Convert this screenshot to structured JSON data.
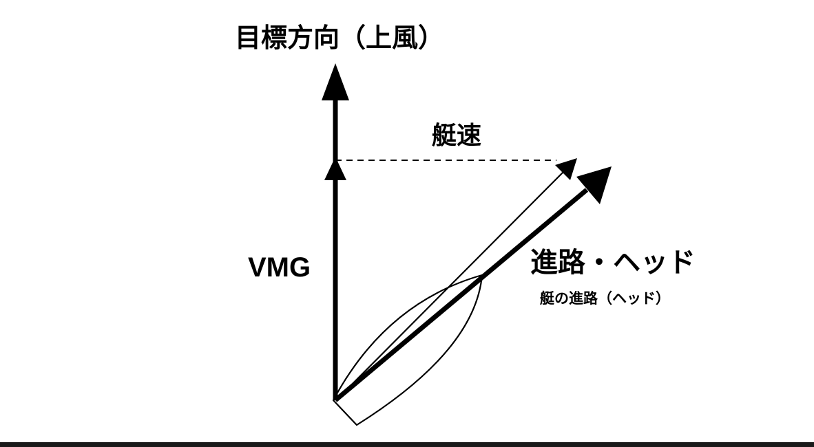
{
  "labels": {
    "target_direction": "目標方向（上風）",
    "boat_speed": "艇速",
    "vmg": "VMG",
    "course_heading": "進路・ヘッド",
    "boat_course_heading": "艇の進路（ヘッド）"
  },
  "colors": {
    "ink": "#000000",
    "background": "#ffffff",
    "bottom_bar": "#1a1a1a"
  }
}
